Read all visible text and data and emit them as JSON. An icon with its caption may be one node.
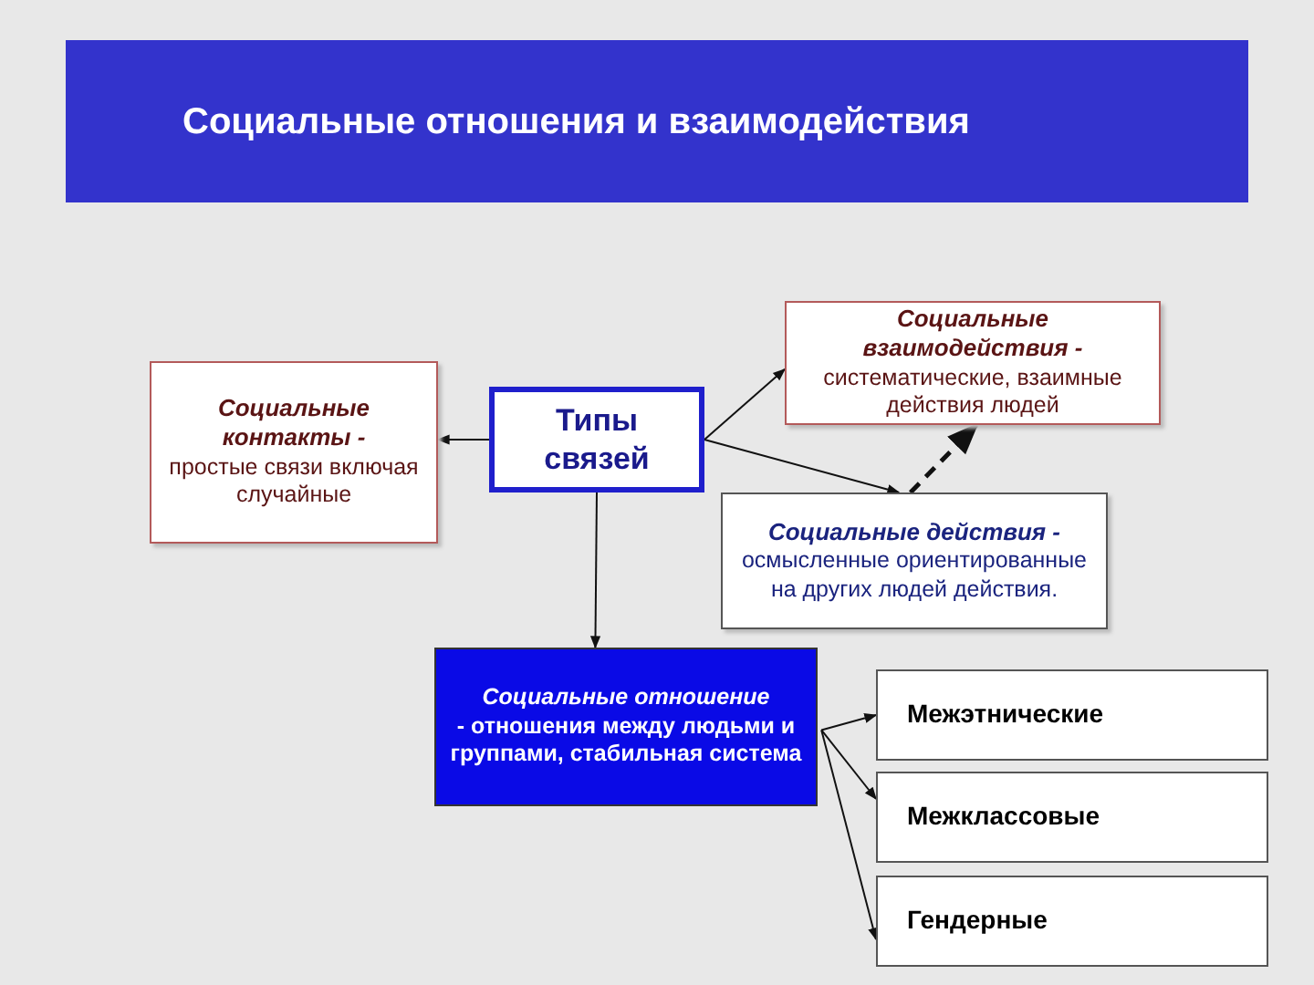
{
  "diagram": {
    "title": "Социальные отношения и взаимодействия",
    "nodes": [
      {
        "text": [
          "Типы связей"
        ]
      },
      {
        "text": [
          "Социальные контакты -",
          "простые связи включая случайные"
        ]
      },
      {
        "text": [
          "Социальные взаимодействия -",
          "систематические, взаимные действия людей"
        ]
      },
      {
        "text": [
          "Социальные действия -",
          "осмысленные ориентированные на других людей действия."
        ]
      },
      {
        "text": [
          "Социальные отношение",
          "- отношения между людьми и группами, стабильная система"
        ]
      },
      {
        "text": [
          "Межэтнические"
        ]
      },
      {
        "text": [
          "Межклассовые"
        ]
      },
      {
        "text": [
          "Гендерные"
        ]
      }
    ],
    "edges": [
      {
        "from": 0,
        "to": 1,
        "arrow": "to"
      },
      {
        "from": 0,
        "to": 2,
        "arrow": "to"
      },
      {
        "from": 0,
        "to": 3,
        "arrow": "to"
      },
      {
        "from": 3,
        "to": 2,
        "arrow": "to",
        "style": "dashed"
      },
      {
        "from": 0,
        "to": 4,
        "arrow": "to"
      },
      {
        "from": 4,
        "to": 5,
        "arrow": "to"
      },
      {
        "from": 4,
        "to": 6,
        "arrow": "to"
      },
      {
        "from": 4,
        "to": 7,
        "arrow": "to"
      }
    ]
  }
}
